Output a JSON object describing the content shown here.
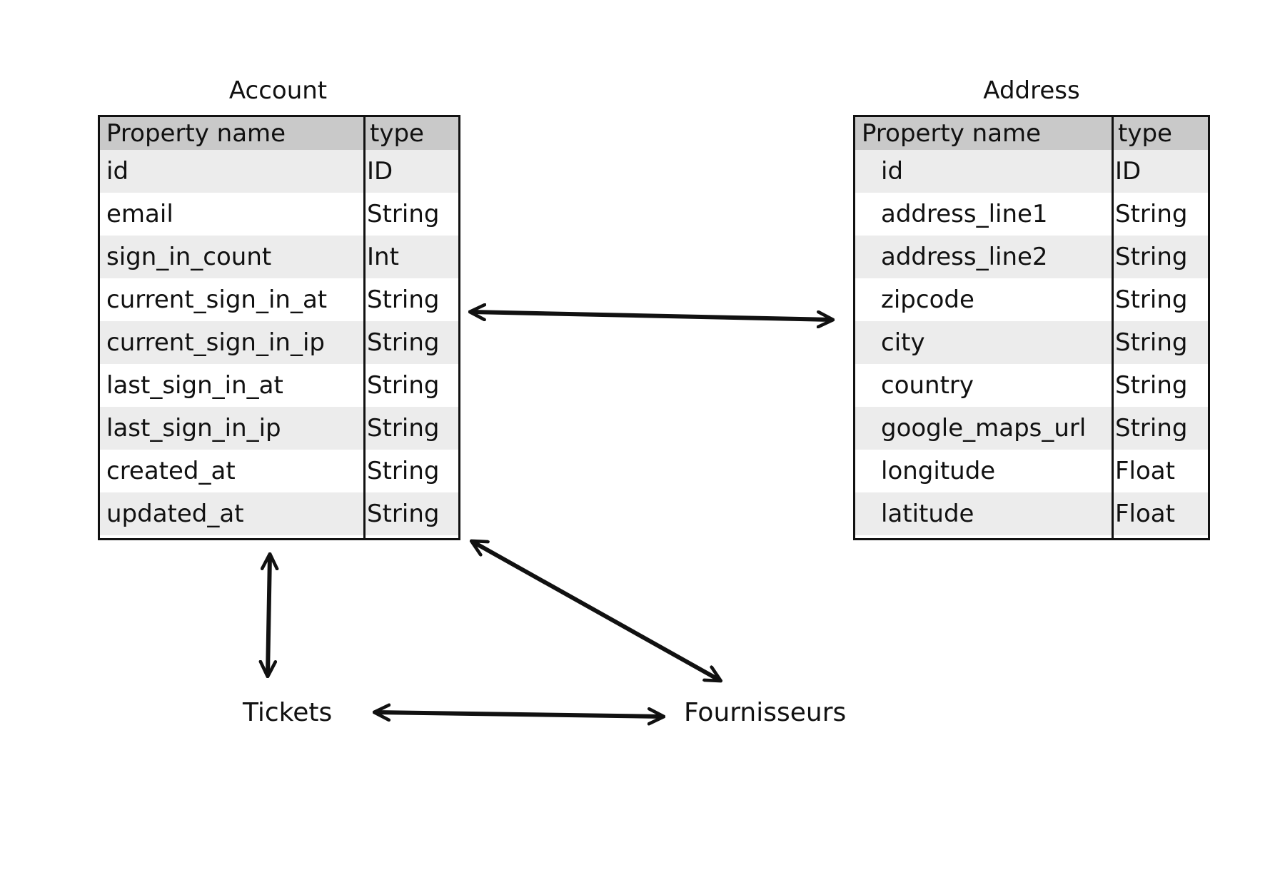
{
  "entities": {
    "account": {
      "title": "Account",
      "header": {
        "name": "Property name",
        "type": "type"
      },
      "rows": [
        {
          "name": "id",
          "type": "ID"
        },
        {
          "name": "email",
          "type": "String"
        },
        {
          "name": "sign_in_count",
          "type": "Int"
        },
        {
          "name": "current_sign_in_at",
          "type": "String"
        },
        {
          "name": "current_sign_in_ip",
          "type": "String"
        },
        {
          "name": "last_sign_in_at",
          "type": "String"
        },
        {
          "name": "last_sign_in_ip",
          "type": "String"
        },
        {
          "name": "created_at",
          "type": "String"
        },
        {
          "name": "updated_at",
          "type": "String"
        }
      ]
    },
    "address": {
      "title": "Address",
      "header": {
        "name": "Property name",
        "type": "type"
      },
      "rows": [
        {
          "name": "id",
          "type": "ID"
        },
        {
          "name": "address_line1",
          "type": "String"
        },
        {
          "name": "address_line2",
          "type": "String"
        },
        {
          "name": "zipcode",
          "type": "String"
        },
        {
          "name": "city",
          "type": "String"
        },
        {
          "name": "country",
          "type": "String"
        },
        {
          "name": "google_maps_url",
          "type": "String"
        },
        {
          "name": "longitude",
          "type": "Float"
        },
        {
          "name": "latitude",
          "type": "Float"
        }
      ]
    }
  },
  "nodes": {
    "tickets": "Tickets",
    "fournisseurs": "Fournisseurs"
  },
  "relations": [
    {
      "from": "Account",
      "to": "Address",
      "style": "bidirectional-arrow"
    },
    {
      "from": "Account",
      "to": "Tickets",
      "style": "bidirectional-arrow"
    },
    {
      "from": "Account",
      "to": "Fournisseurs",
      "style": "bidirectional-arrow"
    },
    {
      "from": "Tickets",
      "to": "Fournisseurs",
      "style": "bidirectional-arrow"
    }
  ],
  "colors": {
    "line": "#111111",
    "header_fill": "#c9c9c9",
    "row_shade": "#ececec",
    "row_plain": "#ffffff"
  }
}
